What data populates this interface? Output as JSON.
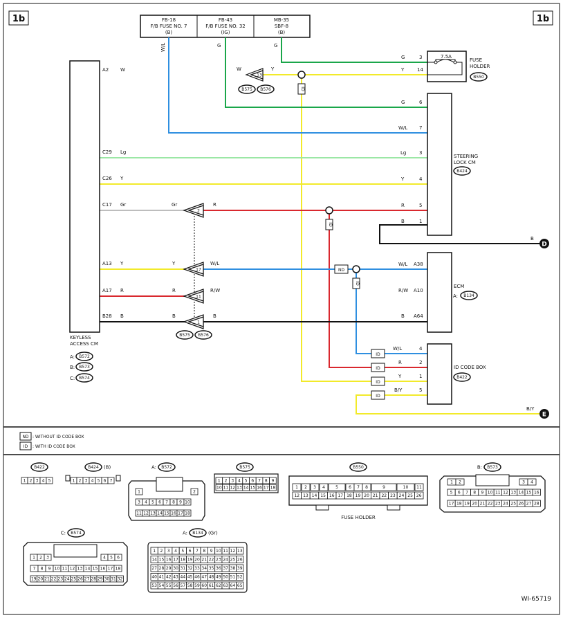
{
  "page_tag": "1b",
  "figure_code": "WI-65719",
  "colors": {
    "black": "#111111",
    "green": "#1aa64a",
    "yellow": "#f2ea2a",
    "blue": "#2f8fe0",
    "lightgreen": "#9be7a5",
    "red": "#d9282e",
    "gray": "#bdbdbd"
  },
  "fuses": [
    {
      "line1": "FB-18",
      "line2": "F/B FUSE NO. 7",
      "line3": "(B)"
    },
    {
      "line1": "FB-43",
      "line2": "F/B FUSE NO. 32",
      "line3": "(IG)"
    },
    {
      "line1": "MB-35",
      "line2": "SBF-8",
      "line3": "(B)"
    }
  ],
  "wire_codes": {
    "wl": "W/L",
    "g": "G",
    "w": "W",
    "y": "Y",
    "lg": "Lg",
    "gr": "Gr",
    "r": "R",
    "rw": "R/W",
    "b": "B",
    "by": "B/Y"
  },
  "fuse_holder": {
    "rating": "7.5A",
    "title": "FUSE",
    "title2": "HOLDER",
    "connector": "B550",
    "pins": [
      "3",
      "14"
    ]
  },
  "steering": {
    "title": "STEERING",
    "title2": "LOCK CM",
    "connector": "B424",
    "pins": [
      "6",
      "7",
      "3",
      "4",
      "5",
      "1"
    ]
  },
  "ecm": {
    "title": "ECM",
    "prefix": "A:",
    "connector": "B134",
    "pins": [
      "A38",
      "A10",
      "A64"
    ]
  },
  "idcode": {
    "title": "ID CODE BOX",
    "connector": "B422",
    "pins": [
      "4",
      "2",
      "1",
      "5"
    ]
  },
  "keyless": {
    "title": "KEYLESS",
    "title2": "ACCESS CM",
    "pins": [
      "A2",
      "C29",
      "C26",
      "C17",
      "A13",
      "A17",
      "B28"
    ],
    "connectors": [
      {
        "prefix": "A:",
        "name": "B572"
      },
      {
        "prefix": "B:",
        "name": "B573"
      },
      {
        "prefix": "C:",
        "name": "B574"
      }
    ]
  },
  "joint": {
    "pins": [
      "13",
      "2",
      "17",
      "11",
      "1"
    ],
    "connectors": [
      "B575",
      "B576"
    ]
  },
  "tags": {
    "id": "ID",
    "nd": "ND"
  },
  "terminals": {
    "d": "D",
    "e": "E"
  },
  "legend": [
    {
      "tag": "ND",
      "text": ": WITHOUT ID CODE BOX"
    },
    {
      "tag": "ID",
      "text": ": WITH ID CODE BOX"
    }
  ],
  "connector_views": {
    "b422": {
      "name": "B422",
      "pins": [
        "1",
        "2",
        "3",
        "4",
        "5"
      ]
    },
    "b424": {
      "name": "B424",
      "suffix": "(B)",
      "pins": [
        "1",
        "2",
        "3",
        "4",
        "5",
        "6",
        "7"
      ]
    },
    "b572": {
      "prefix": "A:",
      "name": "B572",
      "rows": [
        [
          "1",
          "2"
        ],
        [
          "3",
          "4",
          "5",
          "6",
          "7",
          "8",
          "9",
          "10"
        ],
        [
          "11",
          "12",
          "13",
          "14",
          "15",
          "16",
          "17",
          "18"
        ]
      ]
    },
    "b575": {
      "name": "B575",
      "rows": [
        [
          "1",
          "2",
          "3",
          "4",
          "5",
          "6",
          "7",
          "8",
          "9"
        ],
        [
          "10",
          "11",
          "12",
          "13",
          "14",
          "15",
          "16",
          "17",
          "18"
        ]
      ]
    },
    "b550": {
      "name": "B550",
      "caption": "FUSE HOLDER",
      "rows": [
        [
          "1",
          "2",
          "3",
          "4",
          "5",
          "6",
          "7",
          "8",
          "9",
          "10",
          "11"
        ],
        [
          "12",
          "13",
          "14",
          "15",
          "16",
          "17",
          "18",
          "19",
          "20",
          "21",
          "22",
          "23",
          "24",
          "25",
          "26"
        ]
      ]
    },
    "b573": {
      "prefix": "B:",
      "name": "B573",
      "rows": [
        [
          "1",
          "2",
          "3",
          "4"
        ],
        [
          "5",
          "6",
          "7",
          "8",
          "9",
          "10",
          "11",
          "12",
          "13",
          "14",
          "15",
          "16"
        ],
        [
          "17",
          "18",
          "19",
          "20",
          "21",
          "22",
          "23",
          "24",
          "25",
          "26",
          "27",
          "28"
        ]
      ]
    },
    "b574": {
      "prefix": "C:",
      "name": "B574",
      "rows": [
        [
          "1",
          "2",
          "3",
          "4",
          "5",
          "6"
        ],
        [
          "7",
          "8",
          "9",
          "10",
          "11",
          "12",
          "13",
          "14",
          "15",
          "16",
          "17",
          "18"
        ],
        [
          "19",
          "20",
          "21",
          "22",
          "23",
          "24",
          "25",
          "26",
          "27",
          "28",
          "29",
          "30",
          "31",
          "32"
        ]
      ]
    },
    "b134": {
      "prefix": "A:",
      "name": "B134",
      "suffix": "(Gr)",
      "rows": [
        [
          "1",
          "2",
          "3",
          "4",
          "5",
          "6",
          "7",
          "8",
          "9",
          "10",
          "11",
          "12",
          "13"
        ],
        [
          "14",
          "15",
          "16",
          "17",
          "18",
          "19",
          "20",
          "21",
          "22",
          "23",
          "24",
          "25",
          "26"
        ],
        [
          "27",
          "28",
          "29",
          "30",
          "31",
          "32",
          "33",
          "34",
          "35",
          "36",
          "37",
          "38",
          "39"
        ],
        [
          "40",
          "41",
          "42",
          "43",
          "44",
          "45",
          "46",
          "47",
          "48",
          "49",
          "50",
          "51",
          "52"
        ],
        [
          "53",
          "54",
          "55",
          "56",
          "57",
          "58",
          "59",
          "60",
          "61",
          "62",
          "63",
          "64",
          "65"
        ]
      ]
    }
  }
}
